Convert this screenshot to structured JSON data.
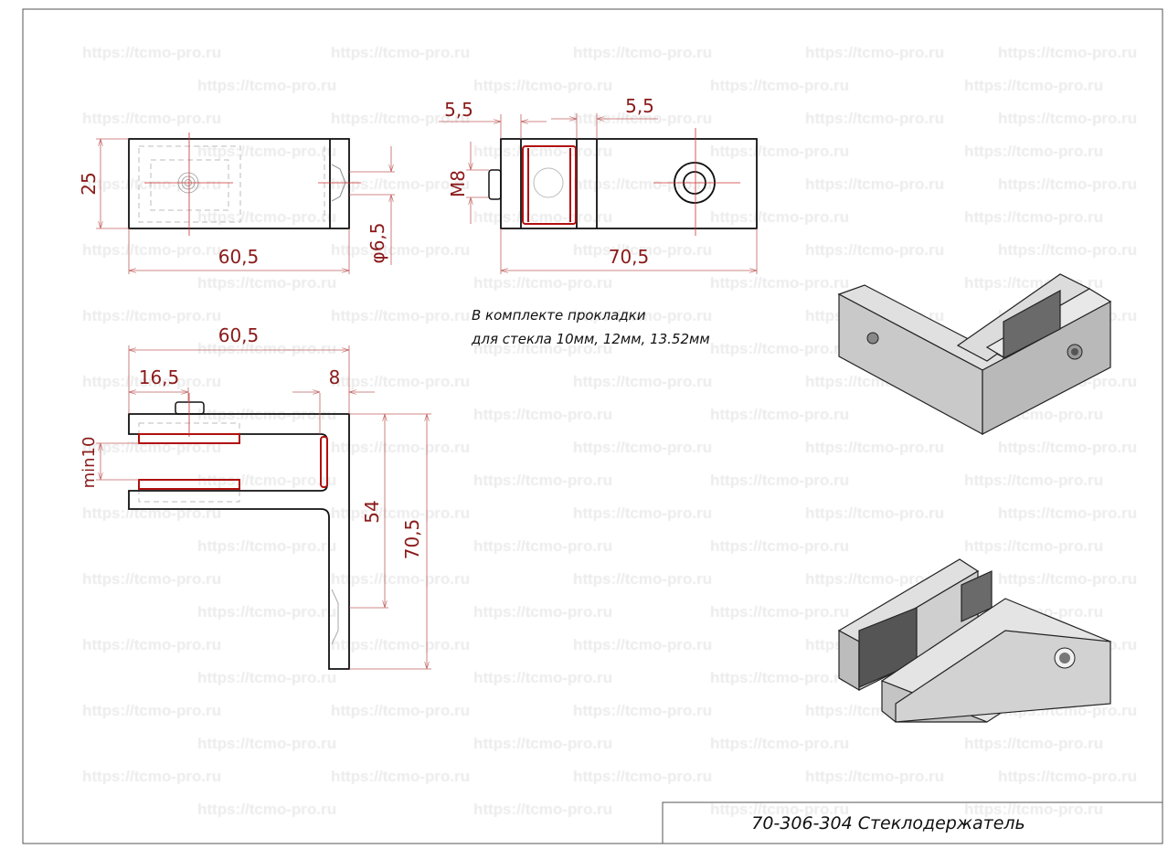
{
  "watermark": "https://tcmo-pro.ru",
  "top_view_left": {
    "height_dim": "25",
    "width_dim": "60,5",
    "hole_dim": "φ6,5"
  },
  "top_view_right": {
    "left_offset_dim": "5,5",
    "right_offset_dim": "5,5",
    "thread_dim": "M8",
    "width_dim": "70,5"
  },
  "side_view": {
    "width_dim": "60,5",
    "bolt_offset_dim": "16,5",
    "thickness_dim": "8",
    "glass_gap_dim": "min10",
    "hole_height_dim": "54",
    "height_dim": "70,5"
  },
  "note": {
    "line1": "В комплекте прокладки",
    "line2": "для стекла 10мм, 12мм, 13.52мм"
  },
  "title_block": {
    "title": "70-306-304 Стеклодержатель"
  },
  "colors": {
    "dimension": "#8b1a1a",
    "pad": "#b01010",
    "outline": "#111111"
  }
}
